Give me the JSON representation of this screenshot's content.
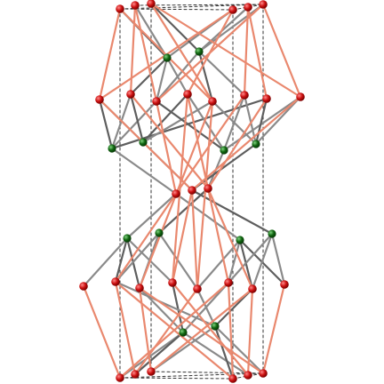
{
  "colors": {
    "background": "#ffffff",
    "cell_edge": "#333333",
    "bond_gray": "#8a8a8a",
    "bond_dark": "#5e5e5e",
    "bond_salmon": "#e9886e",
    "oxygen_atom": "#cc1111",
    "oxygen_highlight": "#ff8a8a",
    "metal_atom": "#116611",
    "metal_highlight": "#7fd27f"
  },
  "structure": {
    "atom_types": [
      "oxygen-atom",
      "metal-atom"
    ],
    "bond_types": [
      "gray",
      "salmon"
    ],
    "unit_cell": "dashed-box"
  }
}
